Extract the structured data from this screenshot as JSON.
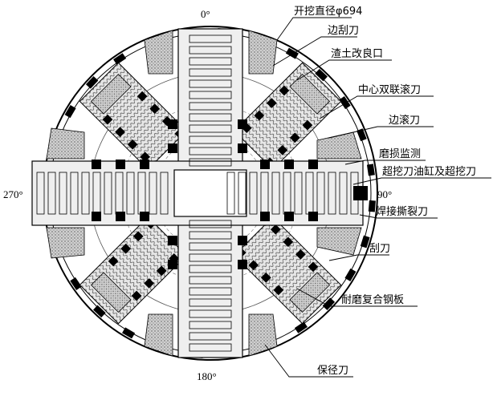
{
  "diagram": {
    "angles": {
      "top": "0°",
      "bottom": "180°",
      "left": "270°",
      "right": "90°"
    },
    "labels": {
      "excavation_diameter": "开挖直径φ694",
      "edge_scraper": "边刮刀",
      "muck_port": "渣土改良口",
      "center_double_disc": "中心双联滚刀",
      "edge_disc": "边滚刀",
      "wear_monitor": "磨损监测",
      "overcutter": "超挖刀油缸及超挖刀",
      "weld_ripper": "焊接撕裂刀",
      "scraper": "刮刀",
      "wear_plate": "耐磨复合钢板",
      "gauge_cutter": "保径刀"
    }
  }
}
